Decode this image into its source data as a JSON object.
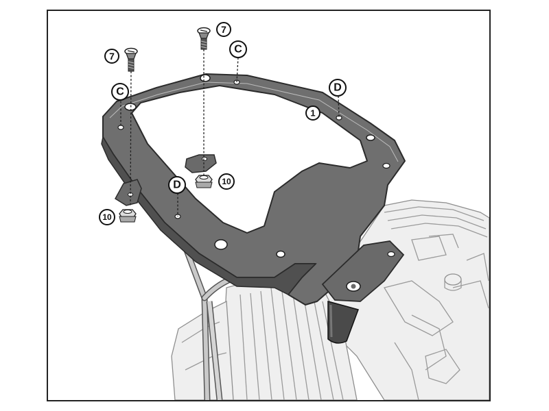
{
  "colors": {
    "plate": "#6f6f6f",
    "plate_edge": "#2b2b2b",
    "post": "#4a4a4a",
    "sketch": "#9a9a9a",
    "border": "#222222"
  },
  "callouts": {
    "part_1": "1",
    "part_7_left": "7",
    "part_7_right": "7",
    "part_10_left": "10",
    "part_10_right": "10",
    "point_c_left": "C",
    "point_c_right": "C",
    "point_d_left": "D",
    "point_d_right": "D"
  }
}
